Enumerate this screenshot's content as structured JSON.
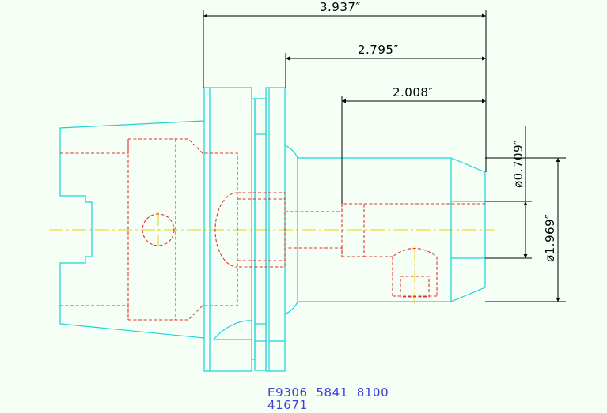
{
  "dimensions": {
    "overall_length": "3.937″",
    "mid_length": "2.795″",
    "bore_depth": "2.008″",
    "bore_diameter": "ø0.709″",
    "nose_diameter": "ø1.969″"
  },
  "part_number": {
    "line1": "E9306  5841  8100",
    "line2": "41671"
  },
  "colors": {
    "outline": "#19d3d6",
    "hidden": "#e0342c",
    "centerline": "#e6d21a",
    "dimension": "#000000",
    "part_number": "#4040d8",
    "background": "#f5fff5"
  }
}
